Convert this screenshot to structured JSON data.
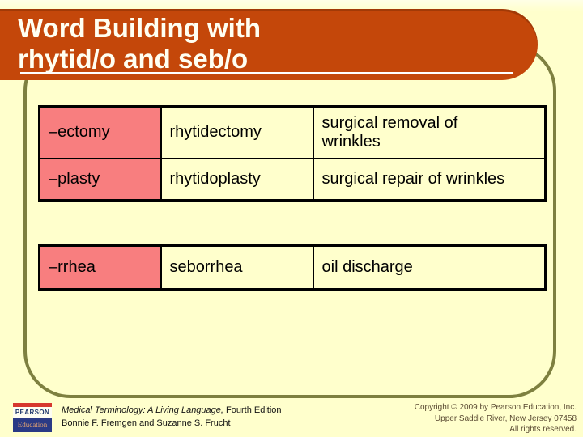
{
  "colors": {
    "background": "#FFFFCC",
    "title_bar": "#C4470A",
    "title_text": "#FFFFF2",
    "suffix_cell_pink": "#F87E7F",
    "frame_outline_olive": "#7E8040",
    "table_border": "#000000",
    "copyright_text": "#5A4A32",
    "logo_red": "#D6382E",
    "logo_blue": "#2A3A85"
  },
  "title": "Word Building with\nrhytid/o and seb/o",
  "word_table": {
    "rows": [
      {
        "suffix": "–ectomy",
        "term": "rhytidectomy",
        "definition": "surgical removal of\nwrinkles"
      },
      {
        "suffix": "–plasty",
        "term": "rhytidoplasty",
        "definition": "surgical repair of wrinkles"
      },
      {
        "suffix": "–rrhea",
        "term": "seborrhea",
        "definition": "oil discharge"
      }
    ]
  },
  "footer": {
    "logo": {
      "brand": "PEARSON",
      "division": "Education"
    },
    "book_title": "Medical Terminology: A Living Language,",
    "edition": " Fourth Edition",
    "authors": "Bonnie F. Fremgen and Suzanne S. Frucht",
    "copyright": [
      "Copyright © 2009 by Pearson Education, Inc.",
      "Upper Saddle River, New Jersey 07458",
      "All rights reserved."
    ]
  }
}
